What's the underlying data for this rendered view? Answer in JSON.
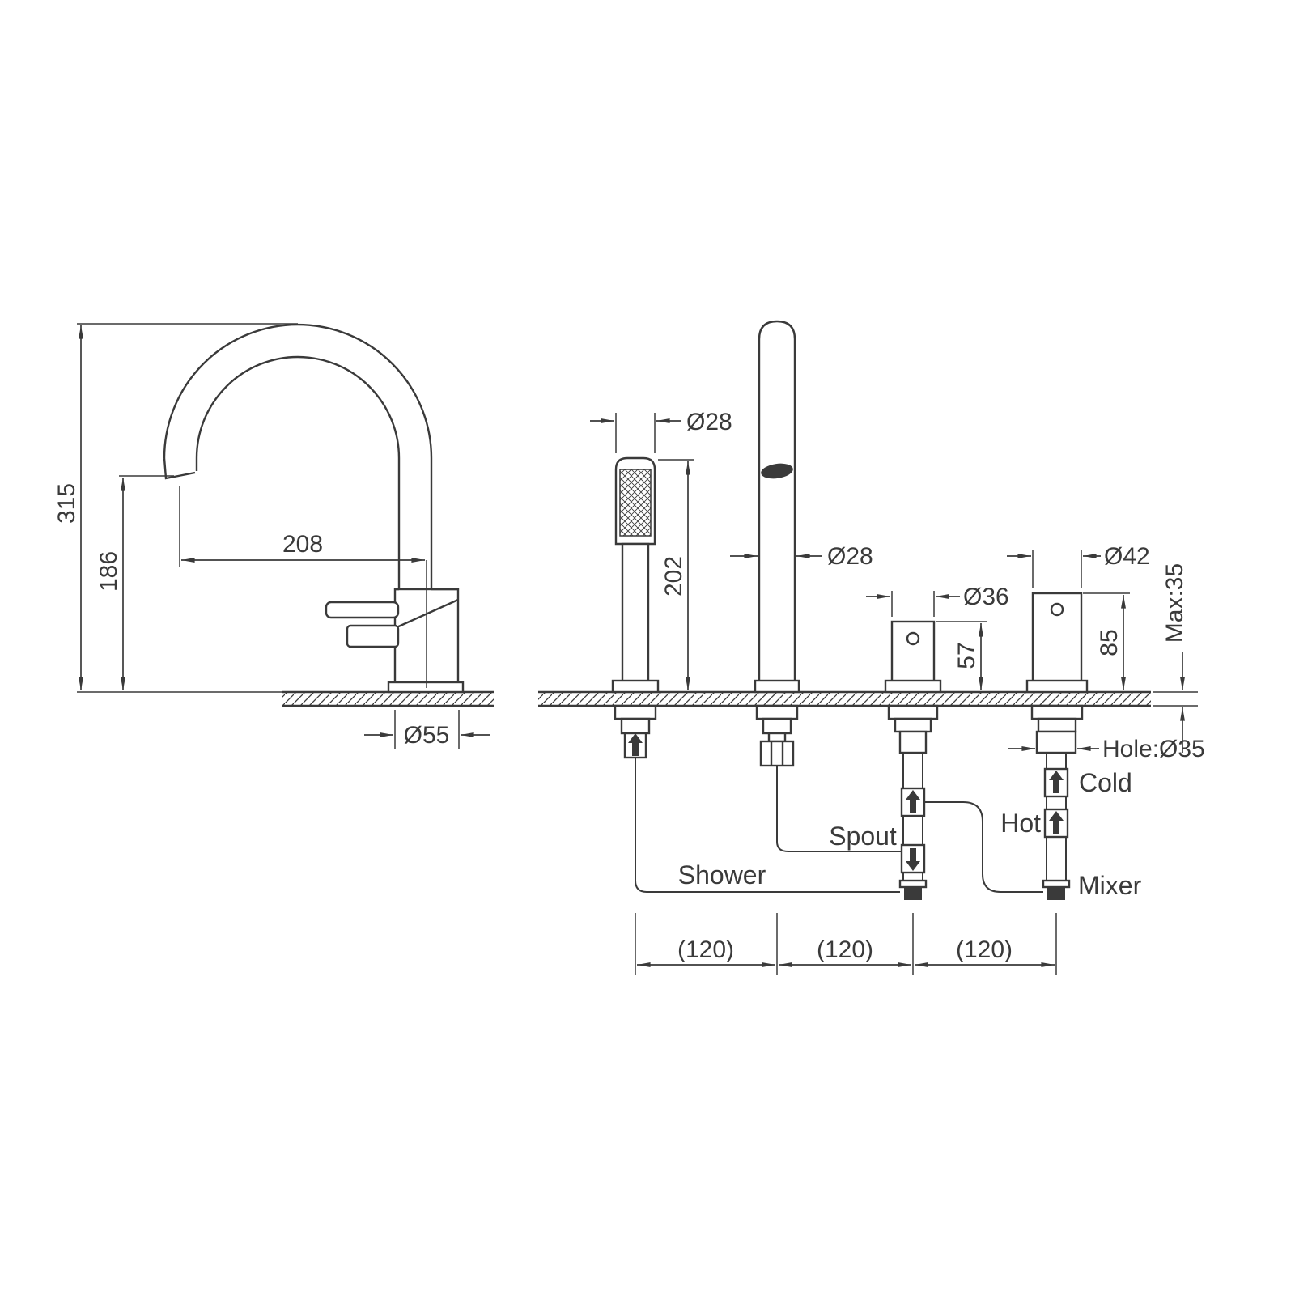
{
  "drawing": {
    "background": "#ffffff",
    "line_color": "#3a3a3a",
    "side_view": {
      "total_height": "315",
      "spout_height": "186",
      "spout_reach": "208",
      "base_diameter": "Ø55"
    },
    "front_view": {
      "handshower": {
        "diameter": "Ø28",
        "height": "202",
        "label": "Shower"
      },
      "spout": {
        "diameter": "Ø28",
        "label": "Spout"
      },
      "diverter": {
        "diameter": "Ø36",
        "height": "57"
      },
      "mixer": {
        "diameter": "Ø42",
        "height": "85",
        "label": "Mixer"
      },
      "deck": {
        "max_thickness": "Max:35",
        "hole": "Hole:Ø35"
      },
      "supplies": {
        "hot": "Hot",
        "cold": "Cold"
      },
      "spacing": [
        "(120)",
        "(120)",
        "(120)"
      ]
    }
  }
}
